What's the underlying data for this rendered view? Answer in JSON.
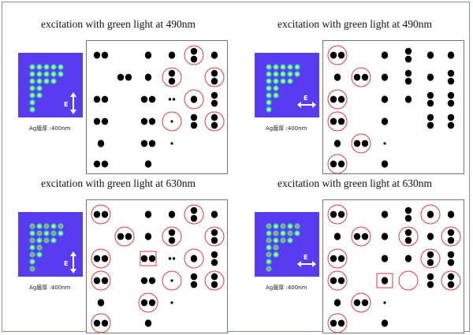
{
  "colors": {
    "thumb_bg": "#5a3cf0",
    "circle": "#e23b3b",
    "dot": "#000000",
    "border": "#7f9a7f"
  },
  "panels": [
    {
      "title": "excitation with green light at 490nm",
      "caption": "Ag膜厚 :400nm",
      "polarization": "vertical",
      "field_label": "E"
    },
    {
      "title": "excitation with green light at 490nm",
      "caption": "Ag膜厚 :400nm",
      "polarization": "horizontal",
      "field_label": "E"
    },
    {
      "title": "excitation with green light at 630nm",
      "caption": "Ag膜厚 :400nm",
      "polarization": "vertical",
      "field_label": "E"
    },
    {
      "title": "excitation with green light at 630nm",
      "caption": "Ag膜厚 :400nm",
      "polarization": "horizontal",
      "field_label": "E"
    }
  ]
}
